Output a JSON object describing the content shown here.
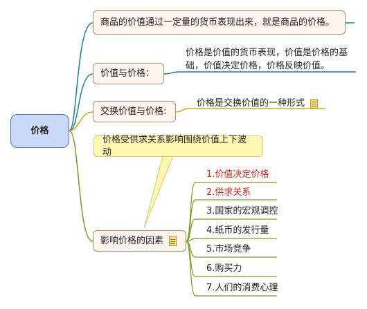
{
  "root": {
    "label": "价格"
  },
  "branches": [
    {
      "label": "商品的价值通过一定量的货币表现出来，就是商品的价格。"
    },
    {
      "label": "价值与价格：",
      "detail": "价格是价值的货币表现，价值是价格的基础，价值决定价格，价格反映价值。"
    },
    {
      "label": "交换价值与价格:",
      "detail": "价格是交换价值的一种形式"
    },
    {
      "label": "影响价格的因素",
      "callout": "价格受供求关系影响围绕价值上下波动",
      "factors": [
        "1.价值决定价格",
        "2.供求关系",
        "3.国家的宏观调控",
        "4.纸币的发行量",
        "5.市场竞争",
        "6.购买力",
        "7.人们的消费心理"
      ]
    }
  ],
  "colors": {
    "branch1": "#1d7f86",
    "branch2": "#1d7f86",
    "branch3": "#c9b000",
    "branch4": "#7a9a1a",
    "root_fill": "#c9daf8",
    "box_fill": "#fdf4ee",
    "callout_fill": "#fff8b0",
    "highlight_text": "#e0211c"
  },
  "icons": [
    "note-icon"
  ]
}
